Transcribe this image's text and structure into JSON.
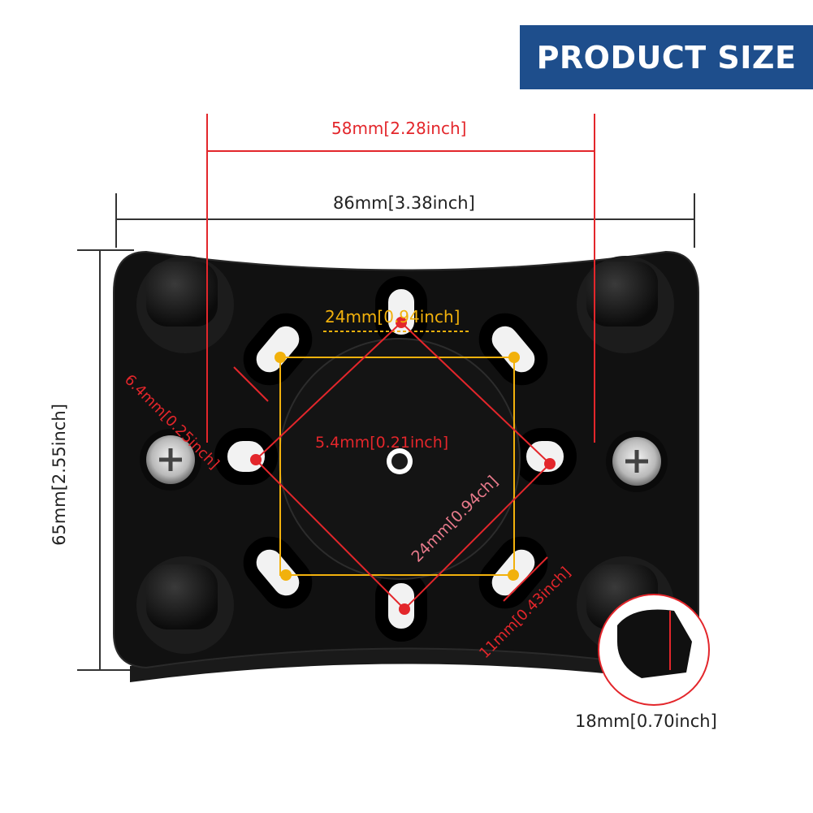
{
  "banner": {
    "title": "PRODUCT SIZE"
  },
  "dimensions": {
    "top_spacing": "58mm[2.28inch]",
    "overall_width": "86mm[3.38inch]",
    "overall_height": "65mm[2.55inch]",
    "inner_square": "24mm[0.94inch]",
    "slot_width": "6.4mm[0.25inch]",
    "center_hole": "5.4mm[0.21inch]",
    "diagonal_square": "24mm[0.94ch]",
    "slot_length": "11mm[0.43inch]",
    "peg_height": "18mm[0.70inch]"
  },
  "colors": {
    "banner": "#1e4e8c",
    "red": "#e3262b",
    "amber": "#f2b10c",
    "plate": "#0f0f0f"
  }
}
